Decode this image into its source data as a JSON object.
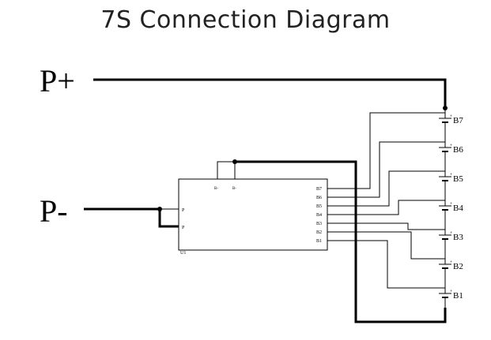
{
  "title": "7S Connection Diagram",
  "terminals": {
    "positive": "P+",
    "negative": "P-"
  },
  "chip": {
    "ref": "U1",
    "pins_right": [
      "B7",
      "B6",
      "B5",
      "B4",
      "B3",
      "B2",
      "B1"
    ],
    "pins_left": [
      "P",
      "P"
    ],
    "pins_top": [
      "B-",
      "B-"
    ]
  },
  "batteries": [
    "B7",
    "B6",
    "B5",
    "B4",
    "B3",
    "B2",
    "B1"
  ],
  "plus_sign": "+"
}
